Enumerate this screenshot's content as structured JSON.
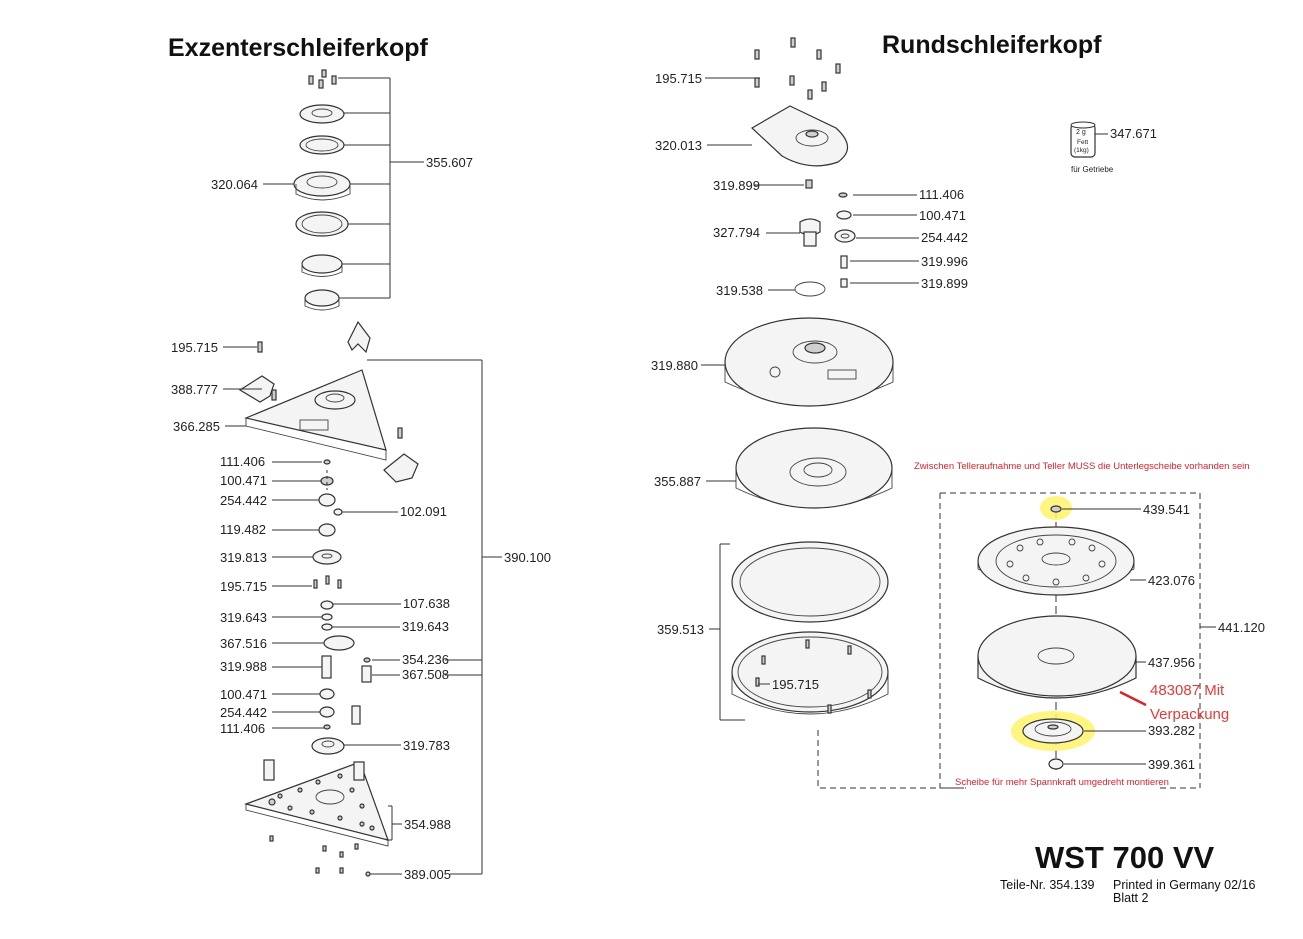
{
  "titles": {
    "left": "Exzenterschleiferkopf",
    "right": "Rundschleiferkopf"
  },
  "labels": {
    "l_355_607": "355.607",
    "l_320_064": "320.064",
    "l_195_715_a": "195.715",
    "l_388_777": "388.777",
    "l_366_285": "366.285",
    "l_111_406_a": "111.406",
    "l_100_471_a": "100.471",
    "l_254_442_a": "254.442",
    "l_102_091": "102.091",
    "l_119_482": "119.482",
    "l_319_813": "319.813",
    "l_195_715_b": "195.715",
    "l_107_638": "107.638",
    "l_319_643_a": "319.643",
    "l_319_643_b": "319.643",
    "l_367_516": "367.516",
    "l_354_236": "354.236",
    "l_319_988": "319.988",
    "l_367_508": "367.508",
    "l_390_100": "390.100",
    "l_100_471_b": "100.471",
    "l_254_442_b": "254.442",
    "l_111_406_b": "111.406",
    "l_319_783": "319.783",
    "l_354_988": "354.988",
    "l_389_005": "389.005",
    "r_195_715_a": "195.715",
    "r_320_013": "320.013",
    "r_319_899_a": "319.899",
    "r_111_406": "111.406",
    "r_100_471": "100.471",
    "r_327_794": "327.794",
    "r_254_442": "254.442",
    "r_319_996": "319.996",
    "r_319_538": "319.538",
    "r_319_899_b": "319.899",
    "r_319_880": "319.880",
    "r_355_887": "355.887",
    "r_359_513": "359.513",
    "r_195_715_b": "195.715",
    "r_439_541": "439.541",
    "r_423_076": "423.076",
    "r_441_120": "441.120",
    "r_437_956": "437.956",
    "r_393_282": "393.282",
    "r_399_361": "399.361",
    "r_347_671": "347.671"
  },
  "grease": {
    "amount": "2 g",
    "name": "Fett",
    "size": "(1kg)",
    "caption": "für Getriebe"
  },
  "notes": {
    "top": "Zwischen Telleraufnahme und Teller MUSS die Unterlegscheibe vorhanden sein",
    "bottom": "Scheibe für mehr Spannkraft umgedreht montieren",
    "annotation_line1": "483087 Mit",
    "annotation_line2": "Verpackung"
  },
  "footer": {
    "model": "WST 700 VV",
    "teile": "Teile-Nr. 354.139",
    "printed": "Printed in Germany 02/16",
    "blatt": "Blatt 2"
  },
  "colors": {
    "note_red": "#d8242c",
    "highlight": "#fff36a"
  }
}
